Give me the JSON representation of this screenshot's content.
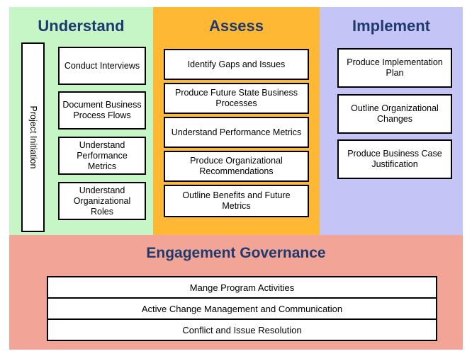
{
  "understand": {
    "title": "Understand",
    "side_label": "Project Initiation",
    "items": [
      "Conduct Interviews",
      "Document Business Process Flows",
      "Understand Performance Metrics",
      "Understand Organizational Roles"
    ]
  },
  "assess": {
    "title": "Assess",
    "items": [
      "Identify Gaps and Issues",
      "Produce Future State Business Processes",
      "Understand Performance Metrics",
      "Produce Organizational Recommendations",
      "Outline Benefits and Future Metrics"
    ]
  },
  "implement": {
    "title": "Implement",
    "items": [
      "Produce Implementation Plan",
      "Outline Organizational Changes",
      "Produce Business Case Justification"
    ]
  },
  "governance": {
    "title": "Engagement Governance",
    "items": [
      "Mange Program Activities",
      "Active Change Management and Communication",
      "Conflict and Issue Resolution"
    ]
  },
  "colors": {
    "understand_bg": "#c6f5c6",
    "assess_bg": "#ffb833",
    "implement_bg": "#c4c4f7",
    "governance_bg": "#f2a596",
    "title_text": "#1f3a6e"
  }
}
